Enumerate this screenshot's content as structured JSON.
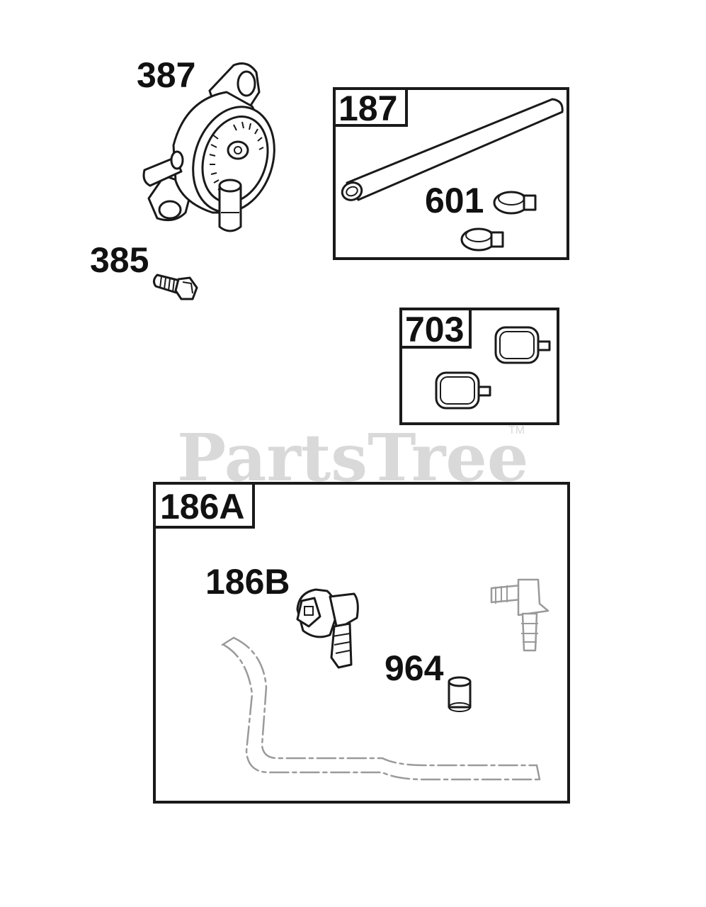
{
  "watermark": {
    "text": "PartsTree",
    "trademark": "TM",
    "color": "#d9d9d9"
  },
  "labels": {
    "p387": "387",
    "p385": "385",
    "p601": "601",
    "p186b": "186B",
    "p964": "964"
  },
  "boxes": {
    "b187": "187",
    "b703": "703",
    "b186a": "186A"
  },
  "colors": {
    "line": "#1a1a1a",
    "ghost": "#9a9a9a",
    "background": "#ffffff"
  }
}
